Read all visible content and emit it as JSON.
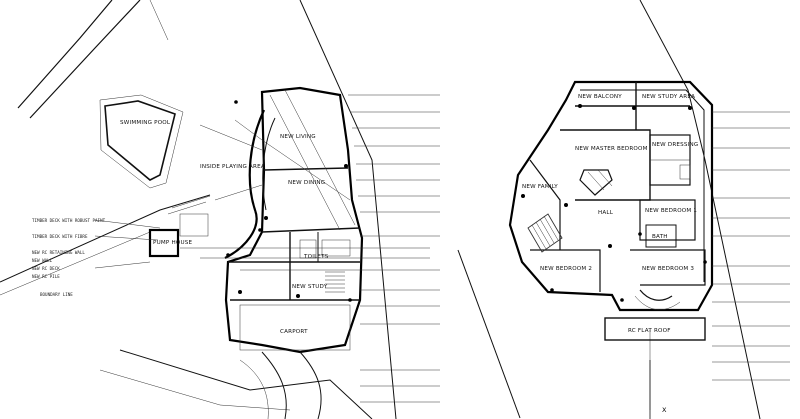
{
  "ground_floor": {
    "rooms": [
      {
        "id": "pool",
        "text": "SWIMMING POOL"
      },
      {
        "id": "living",
        "text": "NEW LIVING"
      },
      {
        "id": "play",
        "text": "INSIDE PLAYING AREA"
      },
      {
        "id": "dining",
        "text": "NEW DINING"
      },
      {
        "id": "pump",
        "text": "PUMP HOUSE"
      },
      {
        "id": "study",
        "text": "NEW STUDY"
      },
      {
        "id": "carport",
        "text": "CARPORT"
      },
      {
        "id": "toilet",
        "text": "TOILETS"
      }
    ],
    "left_notes": [
      "TIMBER DECK WITH ROBUST PAINT",
      "TIMBER DECK WITH FIBRE",
      "NEW RC RETAINING WALL",
      "NEW WALL",
      "NEW RC DECK",
      "NEW RC PILE",
      "BOUNDARY LINE"
    ]
  },
  "upper_floor": {
    "rooms": [
      {
        "id": "balcony",
        "text": "NEW BALCONY"
      },
      {
        "id": "studyarea",
        "text": "NEW STUDY AREA"
      },
      {
        "id": "dressing",
        "text": "NEW DRESSING"
      },
      {
        "id": "master",
        "text": "NEW MASTER BEDROOM"
      },
      {
        "id": "family",
        "text": "NEW FAMILY"
      },
      {
        "id": "hall",
        "text": "HALL"
      },
      {
        "id": "bed1",
        "text": "NEW BEDROOM 1"
      },
      {
        "id": "bed2",
        "text": "NEW BEDROOM 2"
      },
      {
        "id": "bed3",
        "text": "NEW BEDROOM 3"
      },
      {
        "id": "bath",
        "text": "BATH"
      }
    ],
    "slab_note": "RC FLAT ROOF"
  },
  "section_marker": "X"
}
